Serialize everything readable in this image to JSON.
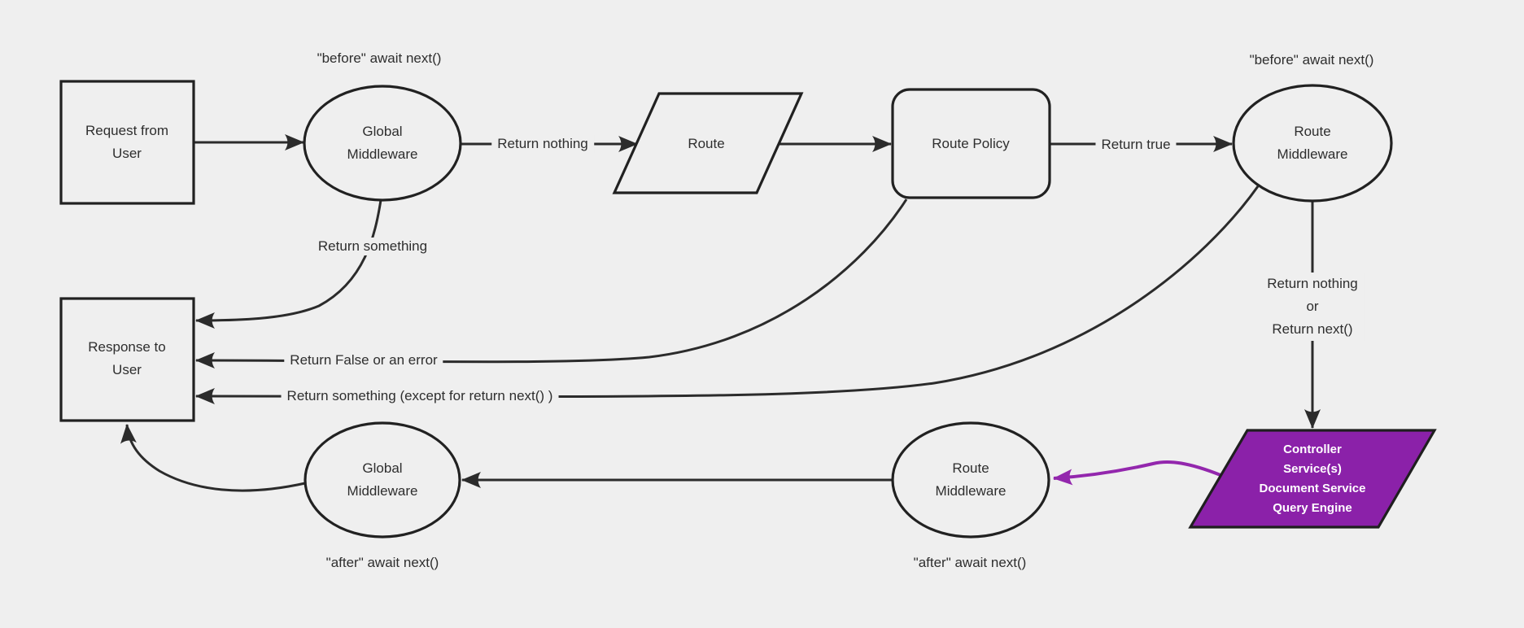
{
  "diagram": {
    "type": "flowchart",
    "colors": {
      "background": "#efefef",
      "line": "#2b2b2b",
      "shape_stroke": "#212121",
      "text": "#2e2e2e",
      "purple_fill": "#8b21a9",
      "purple_arrow": "#9327ad",
      "text_on_purple": "#ffffff"
    },
    "nodes": {
      "request": {
        "shape": "rectangle",
        "lines": [
          "Request from",
          "User"
        ]
      },
      "global_middleware_top": {
        "shape": "ellipse",
        "lines": [
          "Global",
          "Middleware"
        ]
      },
      "route": {
        "shape": "parallelogram",
        "label": "Route"
      },
      "route_policy": {
        "shape": "rounded-rectangle",
        "label": "Route Policy"
      },
      "route_middleware_top": {
        "shape": "ellipse",
        "lines": [
          "Route",
          "Middleware"
        ]
      },
      "controller": {
        "shape": "parallelogram",
        "lines": [
          "Controller",
          "Service(s)",
          "Document Service",
          "Query Engine"
        ]
      },
      "route_middleware_bottom": {
        "shape": "ellipse",
        "lines": [
          "Route",
          "Middleware"
        ]
      },
      "global_middleware_bottom": {
        "shape": "ellipse",
        "lines": [
          "Global",
          "Middleware"
        ]
      },
      "response": {
        "shape": "rectangle",
        "lines": [
          "Response to",
          "User"
        ]
      }
    },
    "edge_labels": {
      "before_await_left": "\"before\" await next()",
      "before_await_right": "\"before\" await next()",
      "return_nothing": "Return nothing",
      "return_true": "Return true",
      "return_nothing_or": [
        "Return nothing",
        "or",
        "Return next()"
      ],
      "return_something": "Return something",
      "return_false": "Return False or an error",
      "return_something_except": "Return something (except for return next() )",
      "after_await_left": "\"after\" await next()",
      "after_await_right": "\"after\" await next()"
    }
  }
}
